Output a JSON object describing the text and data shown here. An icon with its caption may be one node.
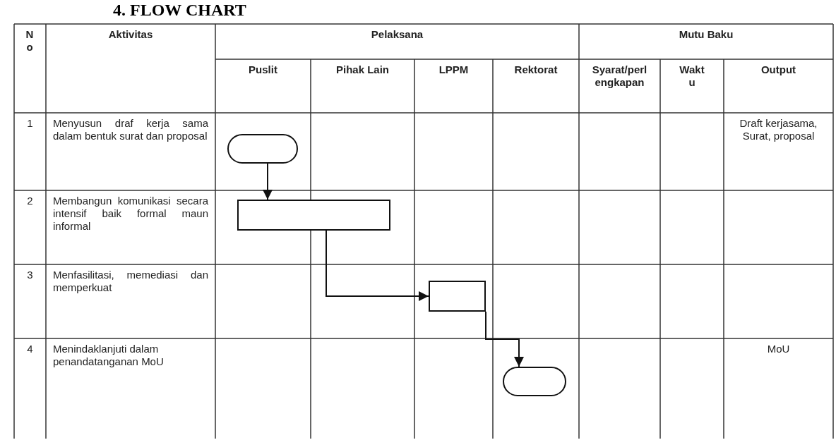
{
  "diagram": {
    "title": "4. FLOW CHART",
    "nodes": [
      {
        "text": [],
        "shape": "capsule"
      },
      {
        "text": [],
        "shape": "box"
      },
      {
        "text": [],
        "shape": "box"
      },
      {
        "text": [],
        "shape": "capsule"
      }
    ],
    "edges": [
      {
        "from": 0,
        "to": 1,
        "arrow": "to"
      },
      {
        "from": 1,
        "to": 2,
        "arrow": "to"
      },
      {
        "from": 2,
        "to": 3,
        "arrow": "to"
      }
    ],
    "labels": [
      "No",
      "Aktivitas",
      "Pelaksana",
      "Mutu Baku",
      "Puslit",
      "Pihak Lain",
      "LPPM",
      "Rektorat",
      "Syarat/perlengkapan",
      "Waktu",
      "Output",
      "1",
      "Menyusun draf kerja sama dalam bentuk surat dan proposal",
      "Draft kerjasama, Surat, proposal",
      "2",
      "Membangun komunikasi secara intensif baik formal maun informal",
      "3",
      "Menfasilitasi, memediasi dan memperkuat",
      "4",
      "Menindaklanjuti dalam penandatanganan MoU",
      "MoU"
    ]
  }
}
